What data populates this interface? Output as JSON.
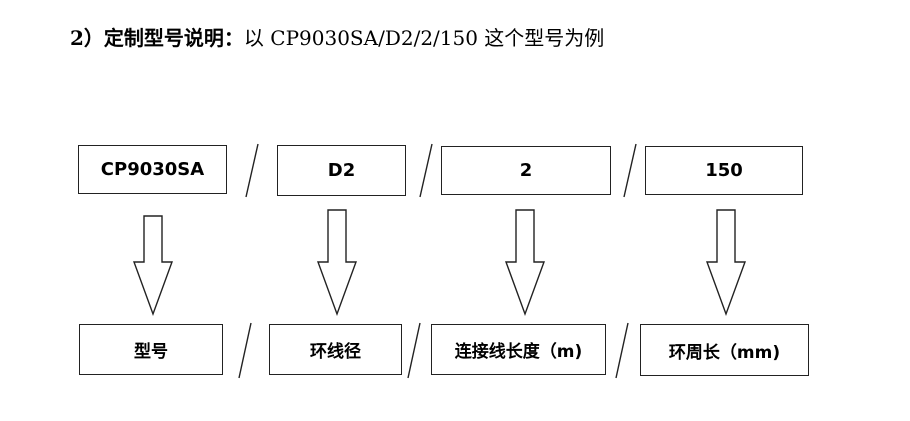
{
  "heading": {
    "label": "2）定制型号说明：",
    "text": "以 CP9030SA/D2/2/150 这个型号为例"
  },
  "segments": [
    {
      "code": "CP9030SA",
      "meaning": "型号"
    },
    {
      "code": "D2",
      "meaning": "环线径"
    },
    {
      "code": "2",
      "meaning": "连接线长度（m)"
    },
    {
      "code": "150",
      "meaning": "环周长（mm)"
    }
  ]
}
